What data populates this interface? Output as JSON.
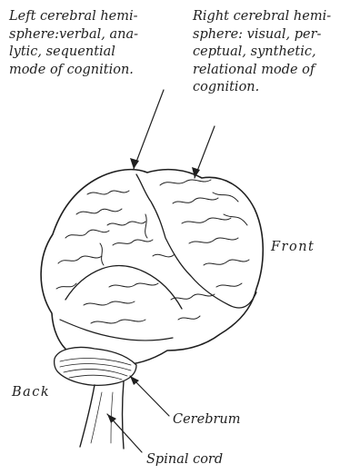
{
  "captions": {
    "left_hemisphere": [
      "Left cerebral hemi-",
      "sphere:verbal, ana-",
      "lytic, sequential",
      "mode of cognition."
    ],
    "right_hemisphere": [
      "Right cerebral hemi-",
      "sphere: visual, per-",
      "ceptual, synthetic,",
      "relational mode of",
      "cognition."
    ]
  },
  "labels": {
    "front": "Front",
    "back": "Back",
    "cerebrum": "Cerebrum",
    "spinal_cord": "Spinal cord"
  },
  "colors": {
    "ink": "#1f1f1f",
    "background": "#ffffff"
  }
}
